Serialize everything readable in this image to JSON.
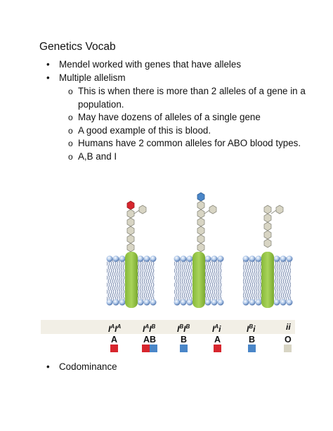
{
  "title": "Genetics Vocab",
  "bullets": [
    {
      "text": "Mendel worked with genes that have alleles"
    },
    {
      "text": "Multiple allelism",
      "sub": [
        "This is when there is more than 2 alleles of a gene in a population.",
        "May have dozens of alleles of a single gene",
        "A good example of this is blood.",
        "Humans have 2 common alleles for ABO blood types.",
        "A,B and I"
      ]
    }
  ],
  "table": {
    "genotypes": [
      {
        "base1": "I",
        "sup1": "A",
        "base2": "I",
        "sup2": "A"
      },
      {
        "base1": "I",
        "sup1": "A",
        "base2": "I",
        "sup2": "B"
      },
      {
        "base1": "I",
        "sup1": "B",
        "base2": "I",
        "sup2": "B"
      },
      {
        "base1": "I",
        "sup1": "A",
        "base2": "i",
        "sup2": ""
      },
      {
        "base1": "I",
        "sup1": "B",
        "base2": "i",
        "sup2": ""
      },
      {
        "base1": "i",
        "sup1": "",
        "base2": "i",
        "sup2": ""
      }
    ],
    "phenotypes": [
      "A",
      "AB",
      "B",
      "A",
      "B",
      "O"
    ]
  },
  "colors": {
    "antigen_a": "#d7262e",
    "antigen_b": "#4a86c8",
    "type_o": "#d8d5c4",
    "header_bg": "#f2efe6"
  },
  "last_bullet": "Codominance"
}
